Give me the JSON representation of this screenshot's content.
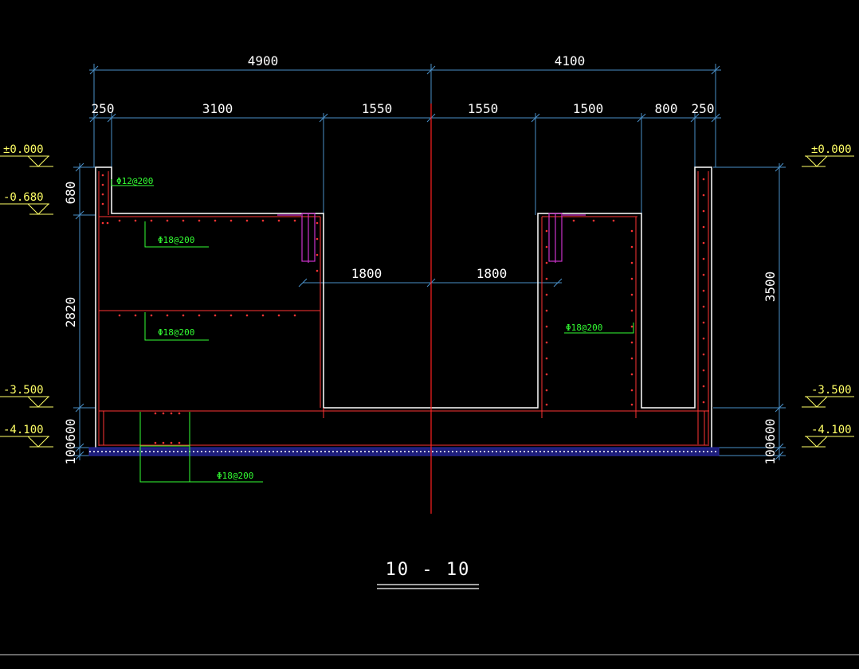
{
  "drawing": {
    "section_title": "10 - 10",
    "colors": {
      "background": "#000000",
      "dimension_line": "#4a90c8",
      "concrete_outline": "#ffffff",
      "rebar": "#ff3333",
      "leader": "#33ff33",
      "elevation": "#ffff66",
      "centerline": "#ff2020",
      "embed": "#cc33cc",
      "base_slab": "#2a2aa8"
    },
    "top_dims": {
      "overall": [
        "4900",
        "4100"
      ],
      "segments": [
        "250",
        "3100",
        "1550",
        "1550",
        "1500",
        "800",
        "250"
      ]
    },
    "mid_dims": [
      "1800",
      "1800"
    ],
    "left_dims": [
      "680",
      "2820",
      "600",
      "100"
    ],
    "right_dims": [
      "3500",
      "600",
      "100"
    ],
    "elevations_left": [
      "±0.000",
      "-0.680",
      "-3.500",
      "-4.100"
    ],
    "elevations_right": [
      "±0.000",
      "-3.500",
      "-4.100"
    ],
    "rebar_labels": [
      "Φ12@200",
      "Φ18@200",
      "Φ18@200",
      "Φ18@200",
      "Φ18@200"
    ]
  }
}
